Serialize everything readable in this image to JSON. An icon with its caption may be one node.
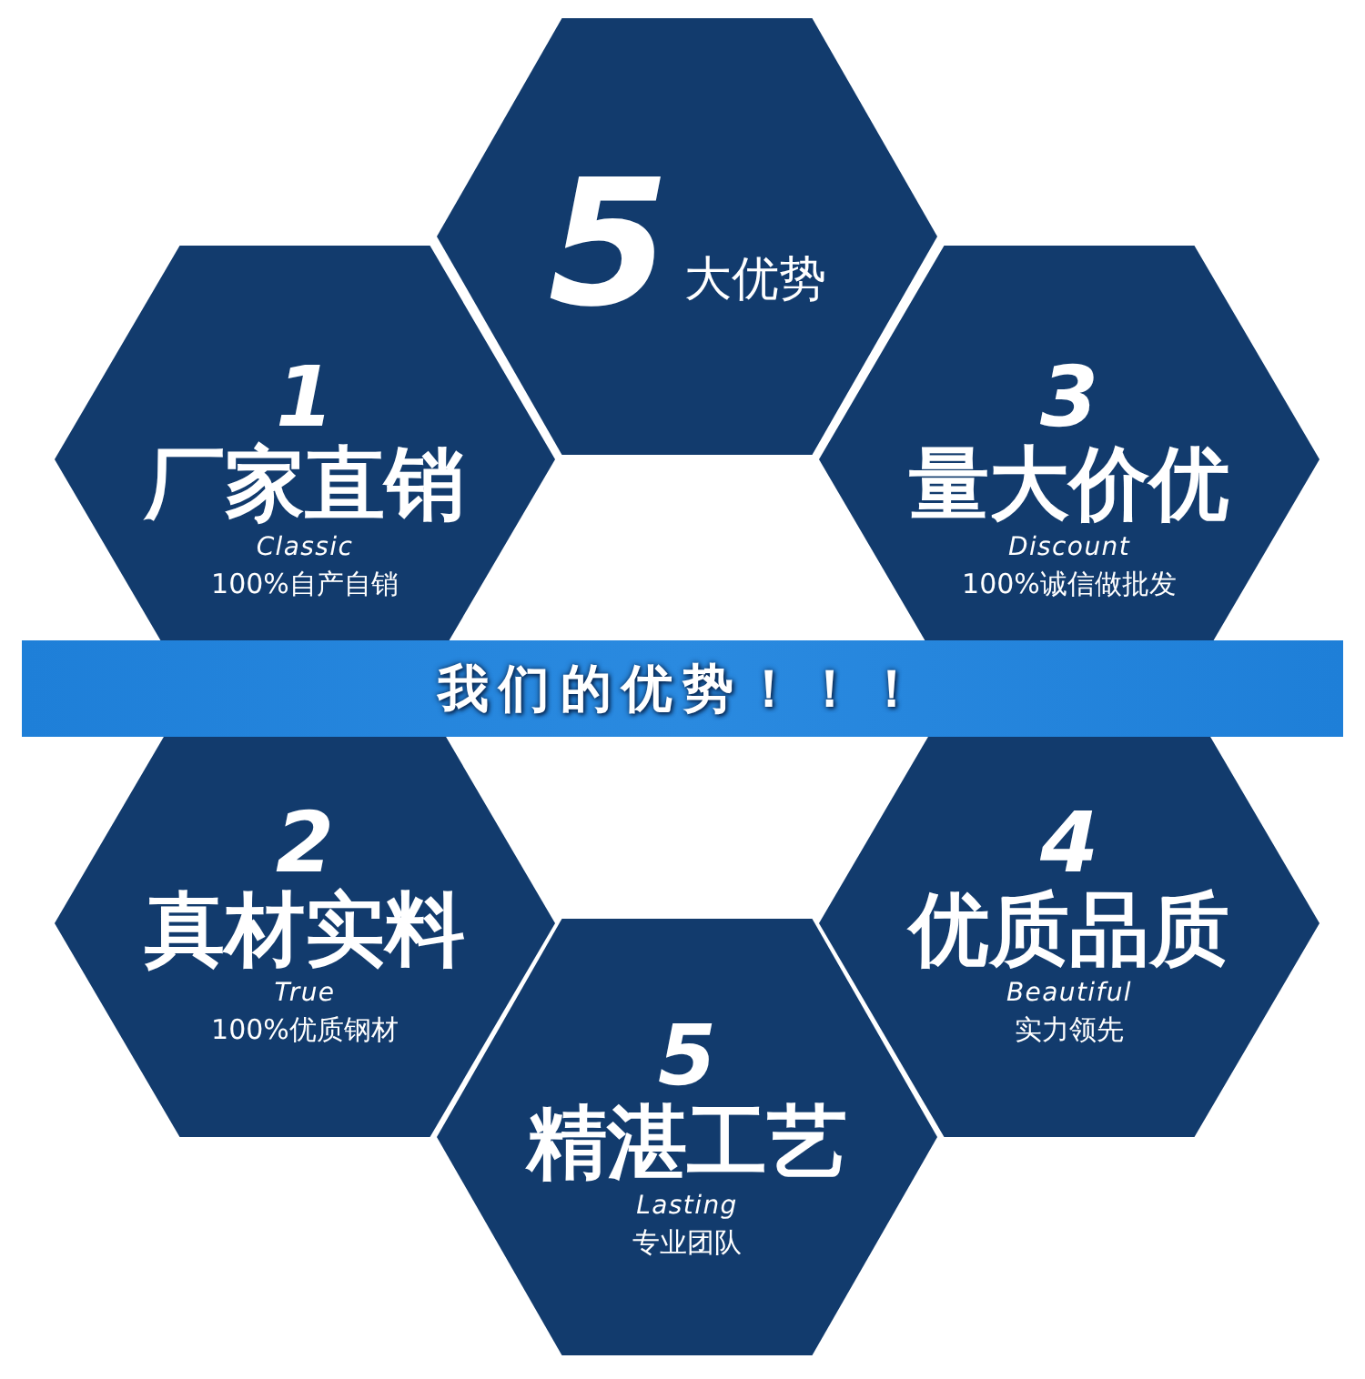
{
  "diagram": {
    "nodes": [
      {
        "text": [
          "5",
          "大优势"
        ]
      },
      {
        "text": [
          "1",
          "厂家直销",
          "Classic",
          "100%自产自销"
        ]
      },
      {
        "text": [
          "3",
          "量大价优",
          "Discount",
          "100%诚信做批发"
        ]
      },
      {
        "text": [
          "我们的优势！！！"
        ]
      },
      {
        "text": [
          "2",
          "真材实料",
          "True",
          "100%优质钢材"
        ]
      },
      {
        "text": [
          "4",
          "优质品质",
          "Beautiful",
          "实力领先"
        ]
      },
      {
        "text": [
          "5",
          "精湛工艺",
          "Lasting",
          "专业团队"
        ]
      }
    ]
  }
}
